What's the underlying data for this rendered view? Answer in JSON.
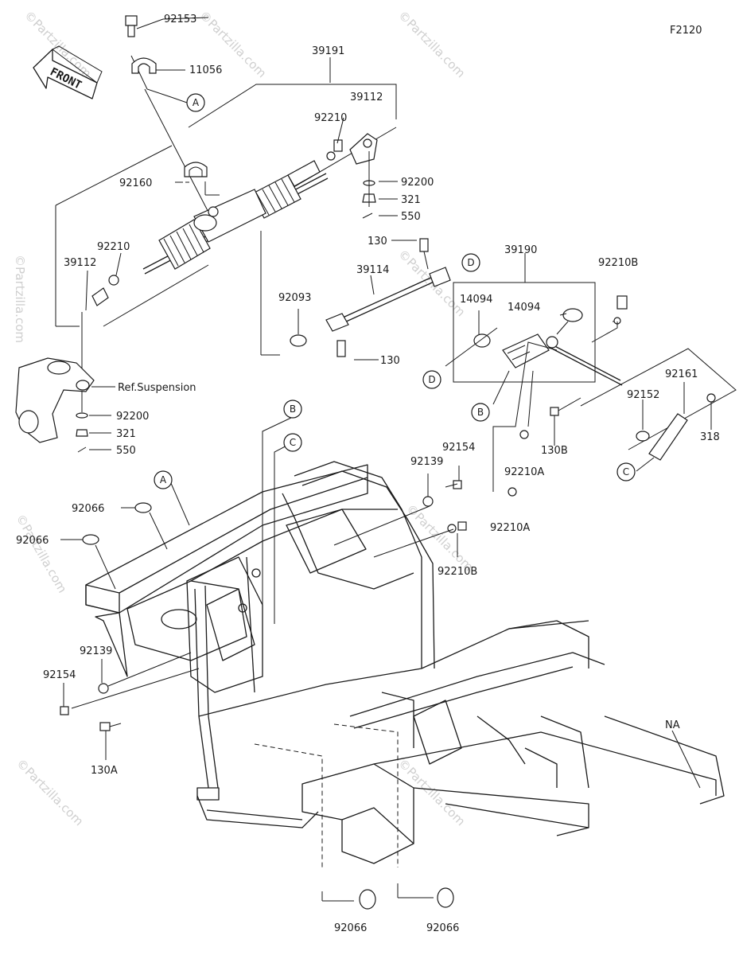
{
  "diagram_code": "F2120",
  "front_label": "FRONT",
  "ref_suspension": "Ref.Suspension",
  "watermark": "©Partzilla.com",
  "callout_letters": [
    "A",
    "B",
    "C",
    "D"
  ],
  "parts": {
    "p92153": "92153",
    "p11056": "11056",
    "p39191": "39191",
    "p39112_top": "39112",
    "p92210_top": "92210",
    "p92200_top": "92200",
    "p321_top": "321",
    "p550_top": "550",
    "p92160": "92160",
    "p92210_left": "92210",
    "p39112_left": "39112",
    "p130_top": "130",
    "p39114": "39114",
    "p92093": "92093",
    "p130_mid": "130",
    "p39190": "39190",
    "p14094_a": "14094",
    "p14094_b": "14094",
    "p92210B_top": "92210B",
    "p92161": "92161",
    "p92152": "92152",
    "p318": "318",
    "p130B": "130B",
    "p92210A_1": "92210A",
    "p92210A_2": "92210A",
    "p92200_left": "92200",
    "p321_left": "321",
    "p550_left": "550",
    "p92154_right": "92154",
    "p92139_right": "92139",
    "p92210B_mid": "92210B",
    "p92066_a": "92066",
    "p92066_b": "92066",
    "p92139_left": "92139",
    "p92154_left": "92154",
    "p130A": "130A",
    "pNA": "NA",
    "p92066_c": "92066",
    "p92066_d": "92066"
  }
}
